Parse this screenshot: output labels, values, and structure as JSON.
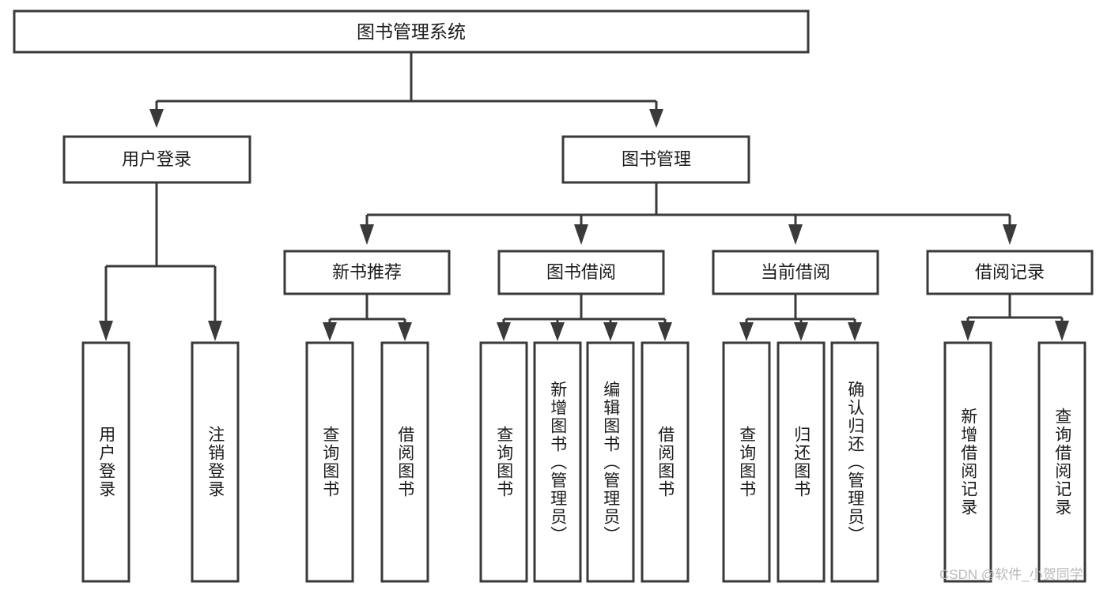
{
  "diagram": {
    "title": "图书管理系统",
    "type": "hierarchy-tree",
    "root": {
      "label": "图书管理系统",
      "name": "node-root-system"
    },
    "level2": [
      {
        "label": "用户登录",
        "name": "node-user-login"
      },
      {
        "label": "图书管理",
        "name": "node-book-management"
      }
    ],
    "level3": [
      {
        "label": "新书推荐",
        "name": "node-new-book-recommend"
      },
      {
        "label": "图书借阅",
        "name": "node-book-borrow"
      },
      {
        "label": "当前借阅",
        "name": "node-current-borrow"
      },
      {
        "label": "借阅记录",
        "name": "node-borrow-record"
      }
    ],
    "leaves": {
      "user_login": [
        {
          "label": "用户登录",
          "name": "leaf-user-login"
        },
        {
          "label": "注销登录",
          "name": "leaf-logout-login"
        }
      ],
      "new_book_recommend": [
        {
          "label": "查询图书",
          "name": "leaf-query-book-recommend"
        },
        {
          "label": "借阅图书",
          "name": "leaf-borrow-book-recommend"
        }
      ],
      "book_borrow": [
        {
          "label": "查询图书",
          "name": "leaf-query-book-borrow"
        },
        {
          "label": "新增图书（管理员）",
          "name": "leaf-add-book-admin"
        },
        {
          "label": "编辑图书（管理员）",
          "name": "leaf-edit-book-admin"
        },
        {
          "label": "借阅图书",
          "name": "leaf-borrow-book"
        }
      ],
      "current_borrow": [
        {
          "label": "查询图书",
          "name": "leaf-query-book-current"
        },
        {
          "label": "归还图书",
          "name": "leaf-return-book"
        },
        {
          "label": "确认归还（管理员）",
          "name": "leaf-confirm-return-admin"
        }
      ],
      "borrow_record": [
        {
          "label": "新增借阅记录",
          "name": "leaf-add-borrow-record"
        },
        {
          "label": "查询借阅记录",
          "name": "leaf-query-borrow-record"
        }
      ]
    },
    "watermark": "CSDN @软件_小贺同学",
    "colors": {
      "stroke": "#3a3a3a",
      "fill": "#ffffff",
      "text": "#1c1c1c",
      "watermark": "#b9b9b9"
    }
  }
}
